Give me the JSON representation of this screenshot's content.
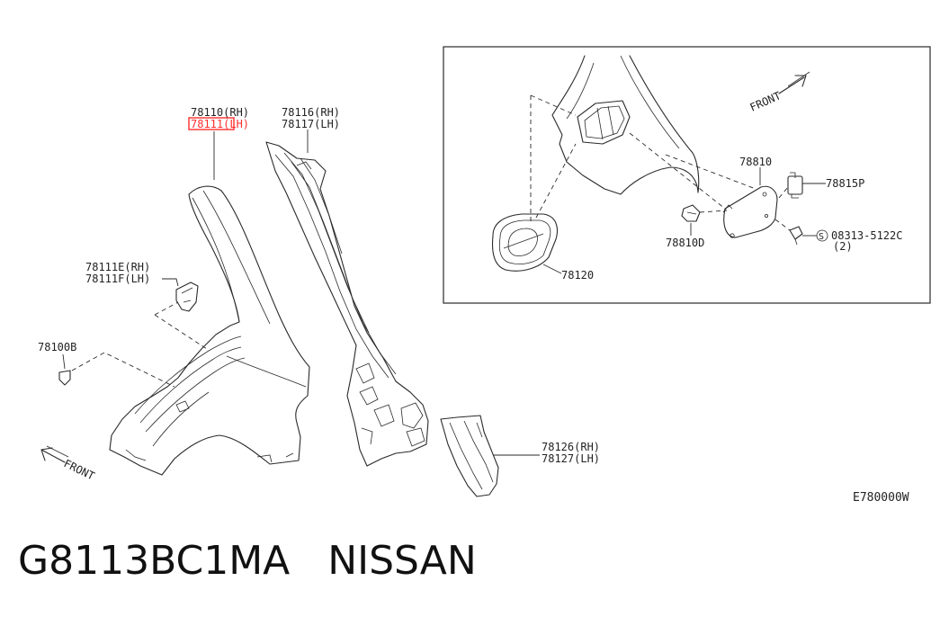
{
  "diagram": {
    "callouts": {
      "p78110": "78110(RH)",
      "p78111": "78111(LH)",
      "p78116": "78116(RH)",
      "p78117": "78117(LH)",
      "p78111E": "78111E(RH)",
      "p78111F": "78111F(LH)",
      "p78100B": "78100B",
      "p78126": "78126(RH)",
      "p78127": "78127(LH)",
      "p78810": "78810",
      "p78815P": "78815P",
      "p78810D": "78810D",
      "p78120": "78120",
      "p08313": "08313-5122C",
      "p08313_qty": "(2)",
      "front_main": "FRONT",
      "front_inset": "FRONT",
      "bolt_symbol": "S"
    },
    "highlight_color": "#ff2d2d",
    "reference_code": "E780000W"
  },
  "footer": {
    "part_number": "G8113BC1MA",
    "brand": "NISSAN"
  }
}
